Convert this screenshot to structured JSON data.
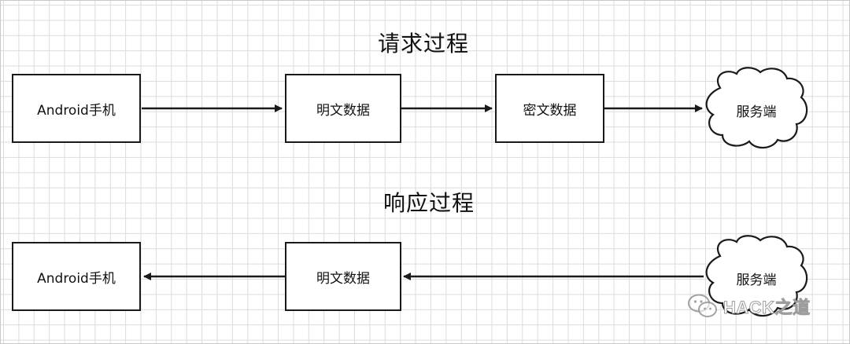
{
  "request": {
    "title": "请求过程",
    "nodes": [
      "Android手机",
      "明文数据",
      "密文数据",
      "服务端"
    ]
  },
  "response": {
    "title": "响应过程",
    "nodes": [
      "Android手机",
      "明文数据",
      "服务端"
    ]
  },
  "watermark": {
    "text": "HACK之道",
    "icon": "wechat-icon"
  },
  "colors": {
    "line": "#1a1a1a",
    "grid": "#dcdcdc",
    "background": "#ffffff"
  }
}
